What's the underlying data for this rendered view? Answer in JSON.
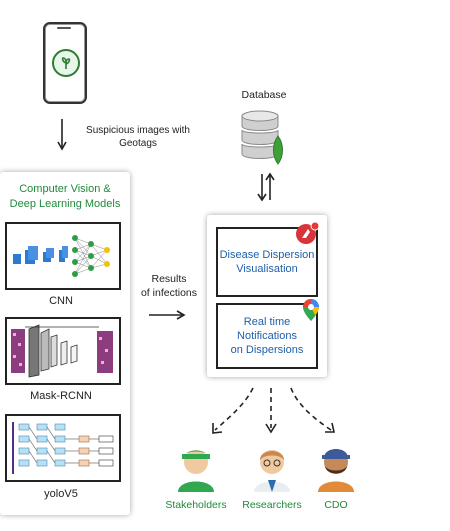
{
  "input": {
    "arrow_label_line1": "Suspicious images with",
    "arrow_label_line2": "Geotags"
  },
  "models_panel": {
    "title_line1": "Computer Vision &",
    "title_line2": "Deep Learning Models",
    "models": [
      {
        "label": "CNN"
      },
      {
        "label": "Mask-RCNN"
      },
      {
        "label": "yoloV5"
      }
    ]
  },
  "flow": {
    "results_line1": "Results",
    "results_line2": "of infections"
  },
  "database": {
    "label": "Database"
  },
  "outputs": {
    "visualisation_line1": "Disease Dispersion",
    "visualisation_line2": "Visualisation",
    "notification_line1": "Real time",
    "notification_line2": "Notifications",
    "notification_line3": "on Dispersions"
  },
  "recipients": [
    {
      "label": "Stakeholders"
    },
    {
      "label": "Researchers"
    },
    {
      "label": "CDO"
    }
  ],
  "colors": {
    "green_text": "#1f8a3a",
    "blue_text": "#1f5fa8"
  }
}
